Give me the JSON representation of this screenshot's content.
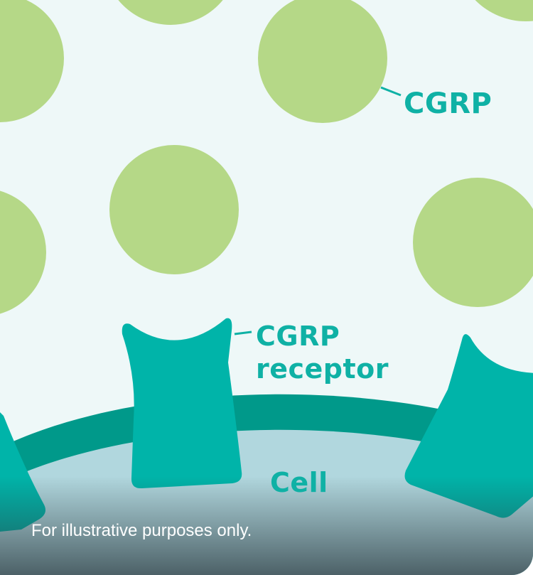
{
  "labels": {
    "cgrp": "CGRP",
    "receptor_line1": "CGRP",
    "receptor_line2": "receptor",
    "cell": "Cell"
  },
  "disclaimer": "For illustrative purposes only.",
  "colors": {
    "background": "#eef8f8",
    "cgrp_molecule": "#b5d887",
    "receptor": "#00b4a9",
    "membrane": "#00998a",
    "cell_interior": "#b1d7de",
    "label_text": "#0fb1a5",
    "disclaimer_text": "#ffffff"
  }
}
